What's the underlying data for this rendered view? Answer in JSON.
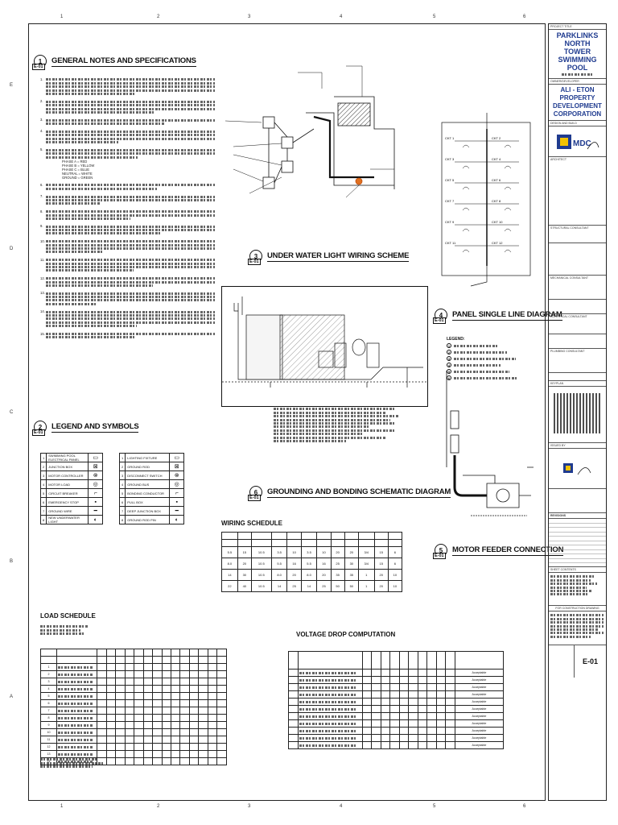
{
  "grid": {
    "columns": [
      "1",
      "2",
      "3",
      "4",
      "5",
      "6"
    ],
    "rows": [
      "E",
      "D",
      "C",
      "B",
      "A"
    ]
  },
  "general_notes": {
    "number": "1",
    "ref": "E-01",
    "title": "GENERAL NOTES AND SPECIFICATIONS",
    "items": [
      "1.",
      "2.",
      "3.",
      "4.",
      "5.",
      "6.",
      "7.",
      "8.",
      "9.",
      "10.",
      "11.",
      "12.",
      "13.",
      "14.",
      "15."
    ],
    "phases": [
      "PHASE A = RED",
      "PHASE B = YELLOW",
      "PHASE C = BLUE",
      "NEUTRAL = WHITE",
      "GROUND = GREEN"
    ]
  },
  "legend": {
    "number": "2",
    "ref": "E-01",
    "title": "LEGEND AND SYMBOLS",
    "left_items": [
      "SWIMMING POOL ELECTRICAL PANEL",
      "JUNCTION BOX",
      "MOTOR CONTROLLER",
      "MOTOR LOAD",
      "CIRCUIT BREAKER",
      "EMERGENCY STOP",
      "GROUND WIRE",
      "NEW UNDERWATER LIGHT"
    ],
    "right_items": [
      "LIGHTING FIXTURE",
      "GROUND ROD",
      "DISCONNECT SWITCH",
      "GROUND BUS",
      "BONDING CONDUCTOR",
      "PULL BOX",
      "DEEP JUNCTION BOX",
      "GROUND ROD PIN"
    ]
  },
  "underwater": {
    "number": "3",
    "ref": "E-01",
    "title": "UNDER WATER LIGHT WIRING SCHEME"
  },
  "panel_sld": {
    "number": "4",
    "ref": "E-01",
    "title": "PANEL SINGLE LINE DIAGRAM",
    "circuits_left": [
      "CKT 1",
      "CKT 3",
      "CKT 5",
      "CKT 7",
      "CKT 9",
      "CKT 11"
    ],
    "circuits_right": [
      "CKT 2",
      "CKT 4",
      "CKT 6",
      "CKT 8",
      "CKT 10",
      "CKT 12"
    ]
  },
  "motor_feeder": {
    "number": "5",
    "ref": "E-01",
    "title": "MOTOR FEEDER CONNECTION",
    "legend_title": "LEGEND:"
  },
  "grounding": {
    "number": "6",
    "ref": "E-01",
    "title": "GROUNDING AND BONDING SCHEMATIC DIAGRAM"
  },
  "wiring_schedule": {
    "title": "WIRING SCHEDULE",
    "rows": [
      [
        "5.5",
        "15",
        "10.5",
        "3.5",
        "10",
        "3.5",
        "10",
        "20",
        "20",
        "3/4",
        "15",
        "6"
      ],
      [
        "8.0",
        "20",
        "10.5",
        "5.5",
        "16",
        "5.5",
        "16",
        "25",
        "30",
        "3/4",
        "15",
        "6"
      ],
      [
        "14",
        "30",
        "10.5",
        "8.0",
        "20",
        "8.0",
        "20",
        "35",
        "35",
        "1",
        "20",
        "10"
      ],
      [
        "22",
        "40",
        "10.5",
        "14",
        "25",
        "14",
        "25",
        "50",
        "50",
        "1",
        "20",
        "10"
      ]
    ]
  },
  "load_schedule": {
    "title": "LOAD SCHEDULE",
    "row_count": 14
  },
  "vdrop": {
    "title": "VOLTAGE DROP COMPUTATION",
    "row_count": 11,
    "remarks": "Acceptable"
  },
  "title_block": {
    "project_title_label": "PROJECT TITLE",
    "project": "PARKLINKS NORTH TOWER SWIMMING POOL",
    "owner_label": "OWNER/DEVELOPER",
    "owner": "ALI - ETON PROPERTY DEVELOPMENT CORPORATION",
    "design_label": "DESIGN AND BUILD",
    "architect_label": "ARCHITECT",
    "structural_label": "STRUCTURAL CONSULTANT",
    "mechanical_label": "MECHANICAL CONSULTANT",
    "electrical_label": "ELECTRICAL CONSULTANT",
    "plumbing_label": "PLUMBING CONSULTANT",
    "keyplan_label": "KEYPLAN",
    "issued_label": "ISSUED BY",
    "revisions_label": "REVISIONS",
    "sheet_contents_label": "SHEET CONTENTS",
    "status": "FOR CONSTRUCTION DRAWING",
    "sheet_no": "E-01",
    "logo_text": "MDC",
    "accent": "#1f3b8f",
    "logo_yellow": "#f2c200"
  }
}
